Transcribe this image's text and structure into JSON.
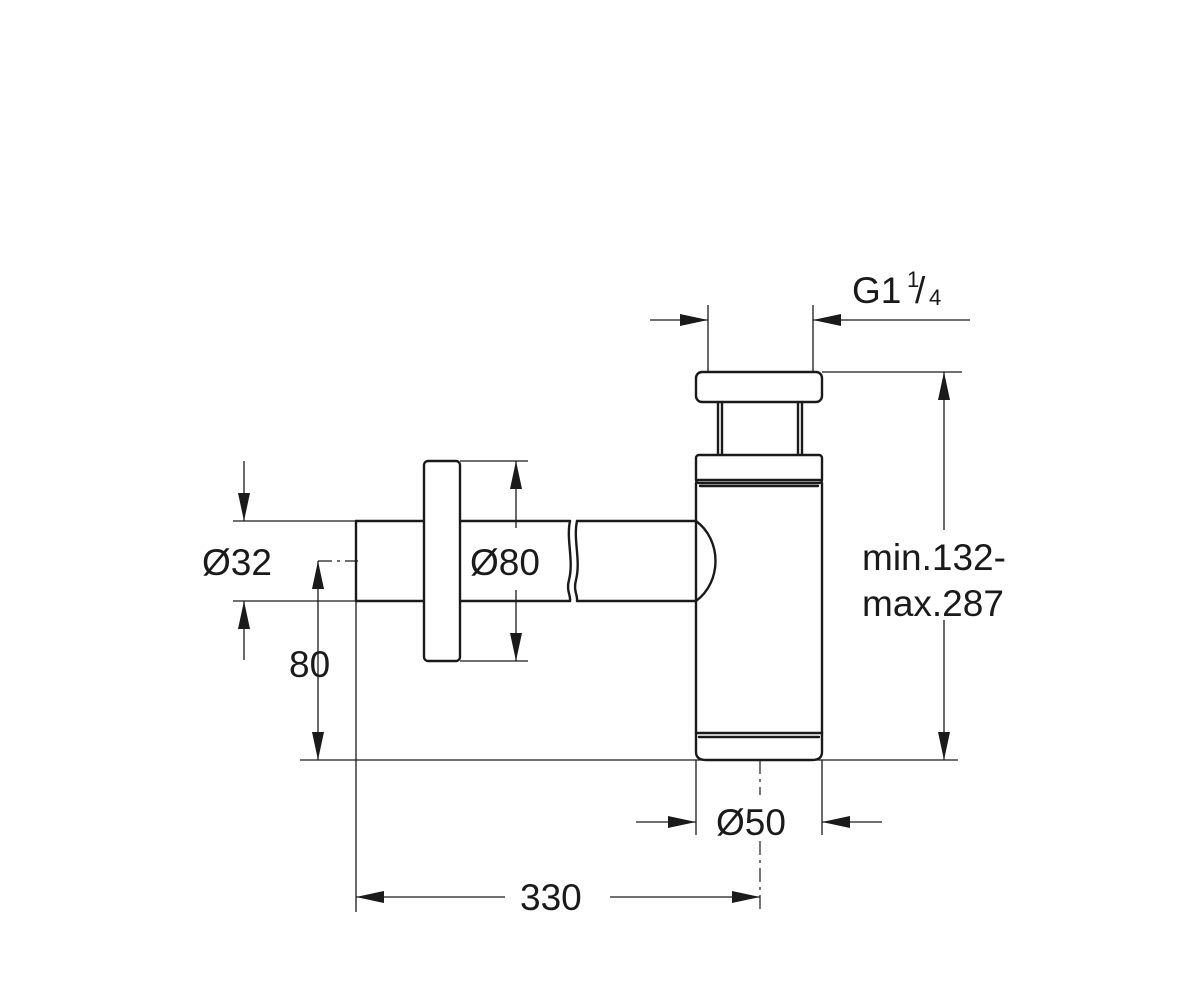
{
  "dimensions": {
    "thread": {
      "prefix": "G1",
      "numerator": "1",
      "slash": "/",
      "denominator": "4"
    },
    "wall_pipe_diameter": "Ø32",
    "rosette_diameter": "Ø80",
    "height_range_min": "min.132-",
    "height_range_max": "max.287",
    "outlet_height": "80",
    "bottle_diameter": "Ø50",
    "projection": "330"
  },
  "colors": {
    "line": "#1a1a1a",
    "background": "#ffffff"
  }
}
